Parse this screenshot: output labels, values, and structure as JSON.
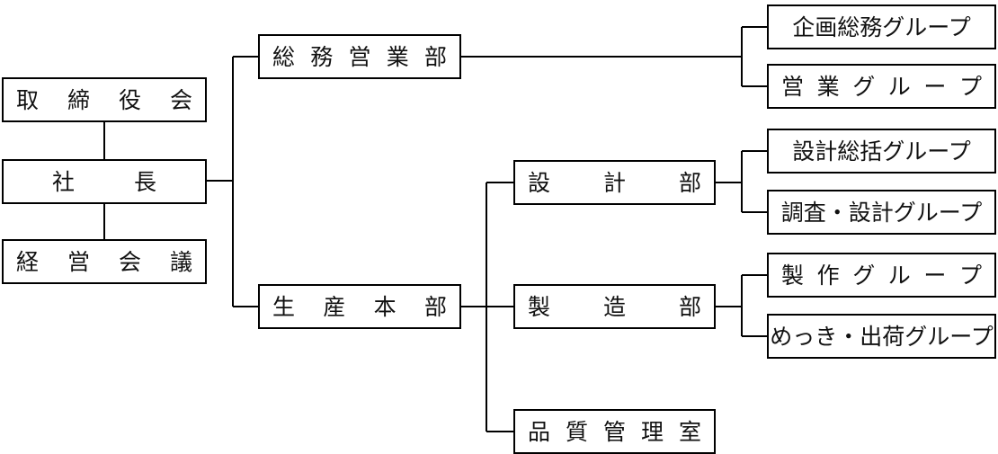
{
  "nodes": {
    "board": "取締役会",
    "president": "社長",
    "mgmt_meeting": "経営会議",
    "general_affairs_sales_dept": "総務営業部",
    "planning_admin_group": "企画総務グループ",
    "sales_group": "営業グループ",
    "production_hq": "生産本部",
    "design_dept": "設計部",
    "design_management_group": "設計総括グループ",
    "survey_design_group": "調査・設計グループ",
    "manufacturing_dept": "製造部",
    "fabrication_group": "製作グループ",
    "plating_shipping_group": "めっき・出荷グループ",
    "quality_control_office": "品質管理室"
  }
}
